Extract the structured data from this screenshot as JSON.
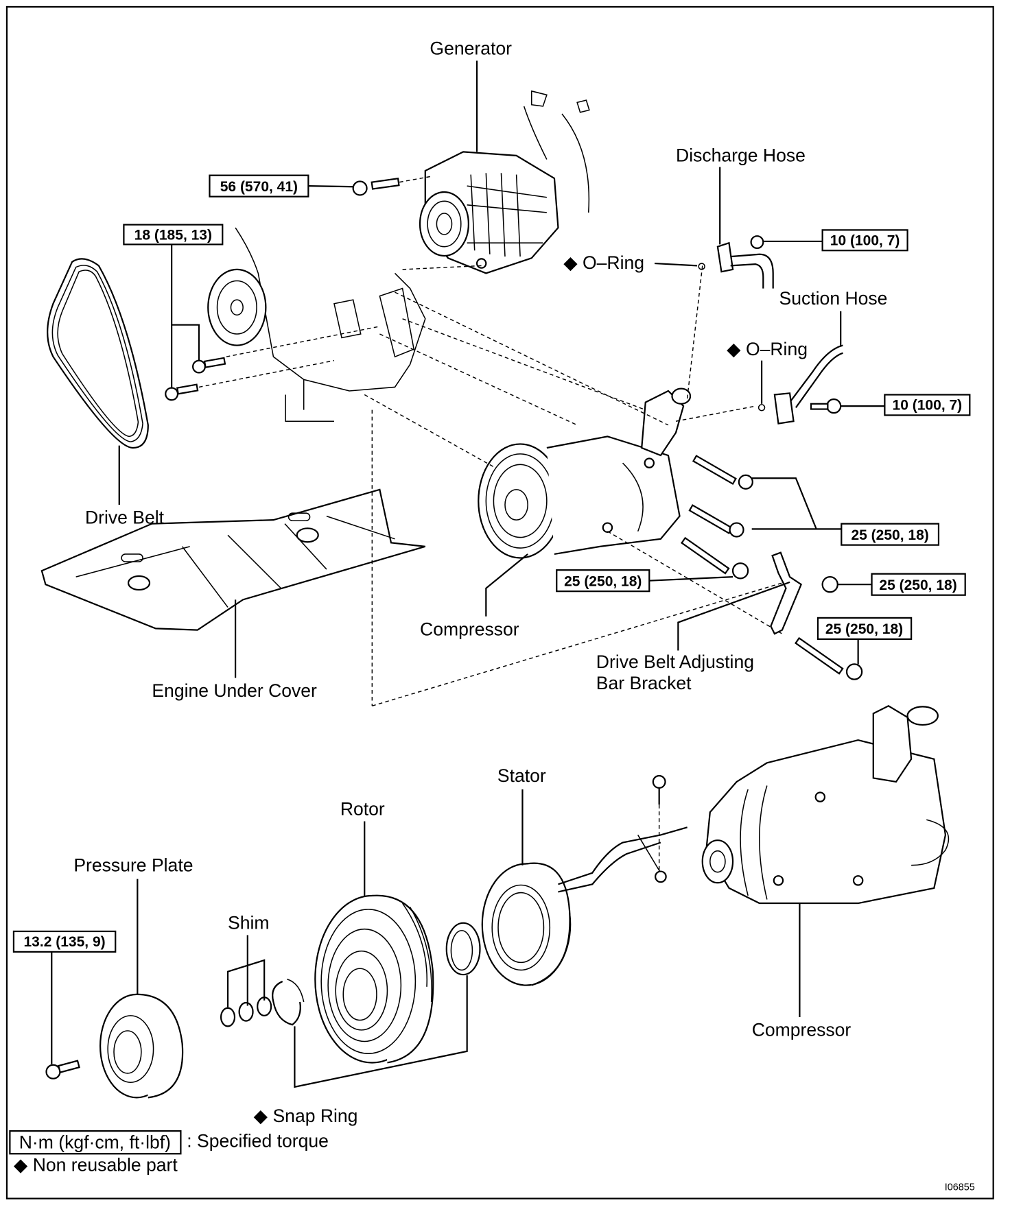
{
  "figure_id": "I06855",
  "labels": {
    "generator": "Generator",
    "discharge_hose": "Discharge Hose",
    "o_ring_1": "O–Ring",
    "suction_hose": "Suction Hose",
    "o_ring_2": "O–Ring",
    "drive_belt": "Drive Belt",
    "compressor_top": "Compressor",
    "engine_under_cover": "Engine Under Cover",
    "adjusting_bar_line1": "Drive Belt Adjusting",
    "adjusting_bar_line2": "Bar Bracket",
    "stator": "Stator",
    "rotor": "Rotor",
    "pressure_plate": "Pressure Plate",
    "shim": "Shim",
    "snap_ring": "Snap Ring",
    "compressor_bottom": "Compressor"
  },
  "torques": {
    "generator_bolt": "56 (570, 41)",
    "belt_bolt": "18 (185, 13)",
    "discharge_bolt": "10 (100, 7)",
    "suction_bolt": "10 (100, 7)",
    "compressor_bolts": "25 (250, 18)",
    "compressor_lower_bolt": "25 (250, 18)",
    "bracket_nut": "25 (250, 18)",
    "bracket_bolt": "25 (250, 18)",
    "pressure_plate_bolt": "13.2 (135, 9)"
  },
  "legend": {
    "torque_unit": "N·m (kgf·cm, ft·lbf)",
    "torque_desc": ": Specified torque",
    "non_reusable": "Non reusable part",
    "diamond": "◆"
  }
}
